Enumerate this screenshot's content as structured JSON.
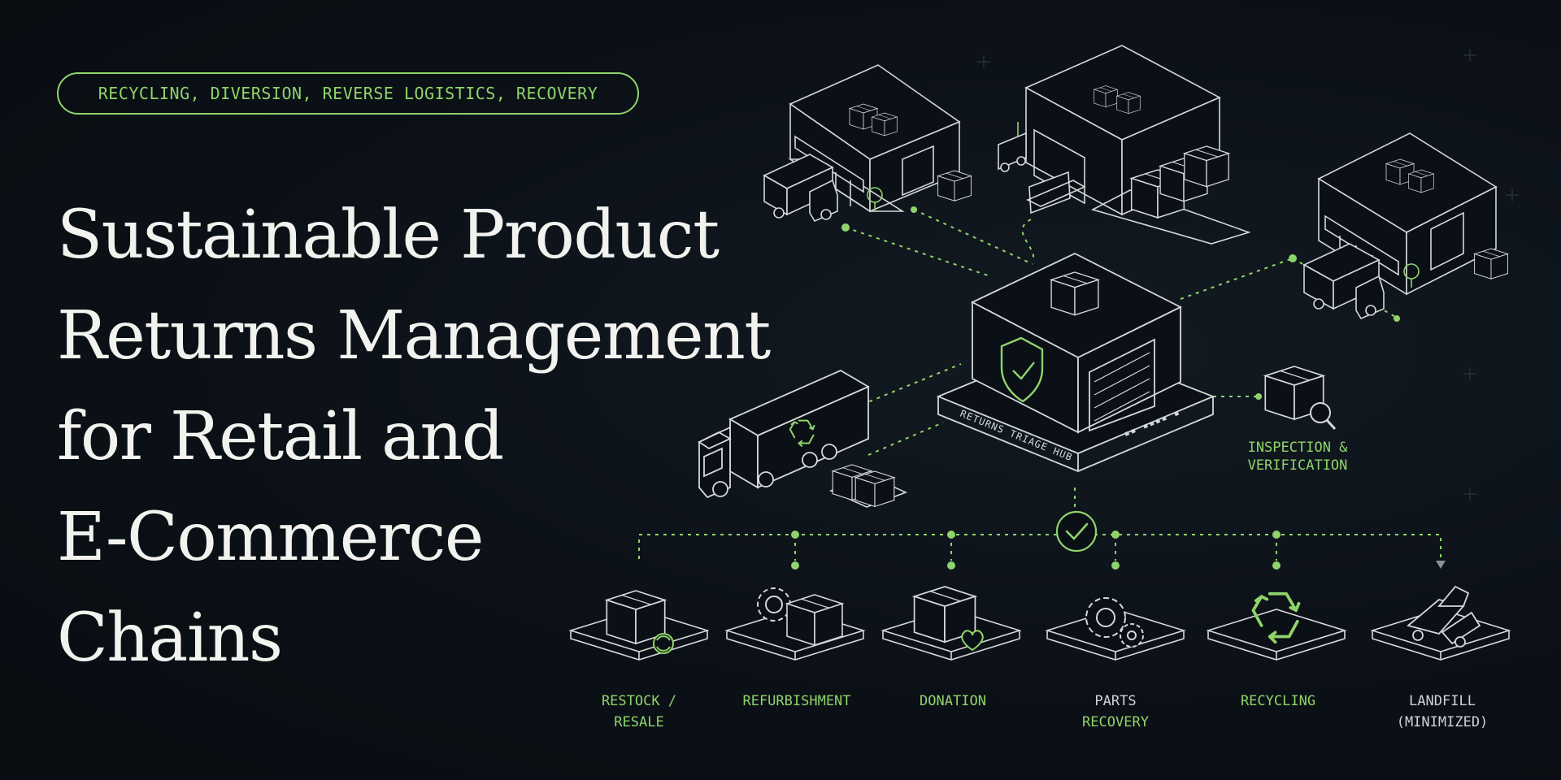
{
  "header": {
    "tag_text": "RECYCLING, DIVERSION, REVERSE LOGISTICS, RECOVERY",
    "title_lines": [
      "Sustainable Product",
      "Returns Management",
      "for Retail and",
      "E-Commerce",
      "Chains"
    ]
  },
  "diagram": {
    "hub_label": "RETURNS TRIAGE HUB",
    "inspection_label": [
      "INSPECTION &",
      "VERIFICATION"
    ],
    "outcomes": [
      {
        "label": [
          "RESTOCK /",
          "RESALE"
        ],
        "icon": "box-refresh-icon"
      },
      {
        "label": [
          "REFURBISHMENT"
        ],
        "icon": "gear-box-icon"
      },
      {
        "label": [
          "DONATION"
        ],
        "icon": "box-heart-icon"
      },
      {
        "label": [
          "PARTS",
          "RECOVERY"
        ],
        "icon": "gears-icon"
      },
      {
        "label": [
          "RECYCLING"
        ],
        "icon": "recycle-icon"
      },
      {
        "label": [
          "LANDFILL",
          "(MINIMIZED)"
        ],
        "icon": "dump-truck-icon"
      }
    ]
  },
  "colors": {
    "accent": "#8fd46a",
    "line": "#d5d8da",
    "background": "#0b1016"
  }
}
